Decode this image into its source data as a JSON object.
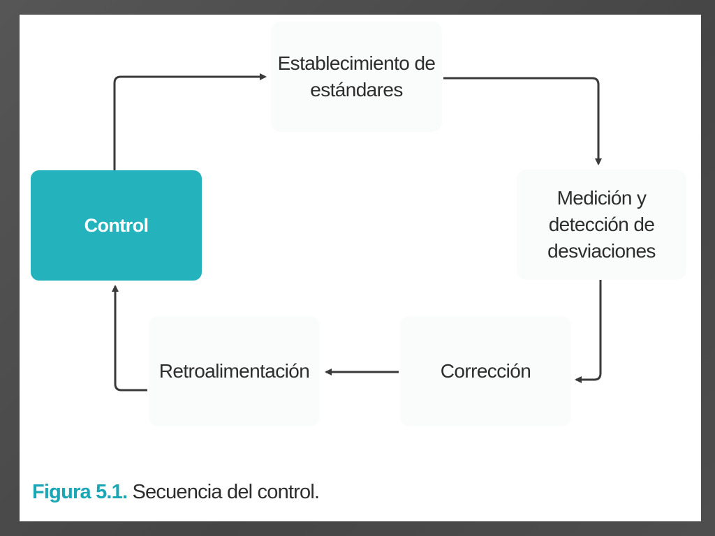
{
  "diagram": {
    "nodes": {
      "estandares": "Establecimiento de\nestándares",
      "medicion": "Medición y\ndetección de\ndesviaciones",
      "correccion": "Corrección",
      "retroalimentacion": "Retroalimentación",
      "control": "Control"
    },
    "edges": [
      {
        "from": "control",
        "to": "estandares"
      },
      {
        "from": "estandares",
        "to": "medicion"
      },
      {
        "from": "medicion",
        "to": "correccion"
      },
      {
        "from": "correccion",
        "to": "retroalimentacion"
      },
      {
        "from": "retroalimentacion",
        "to": "control"
      }
    ],
    "colors": {
      "control_fill": "#24b2bd",
      "caption_accent": "#1aa6b5",
      "arrow": "#3a3a3a"
    }
  },
  "caption": {
    "figure_label": "Figura 5.1.",
    "text": "Secuencia del control."
  }
}
